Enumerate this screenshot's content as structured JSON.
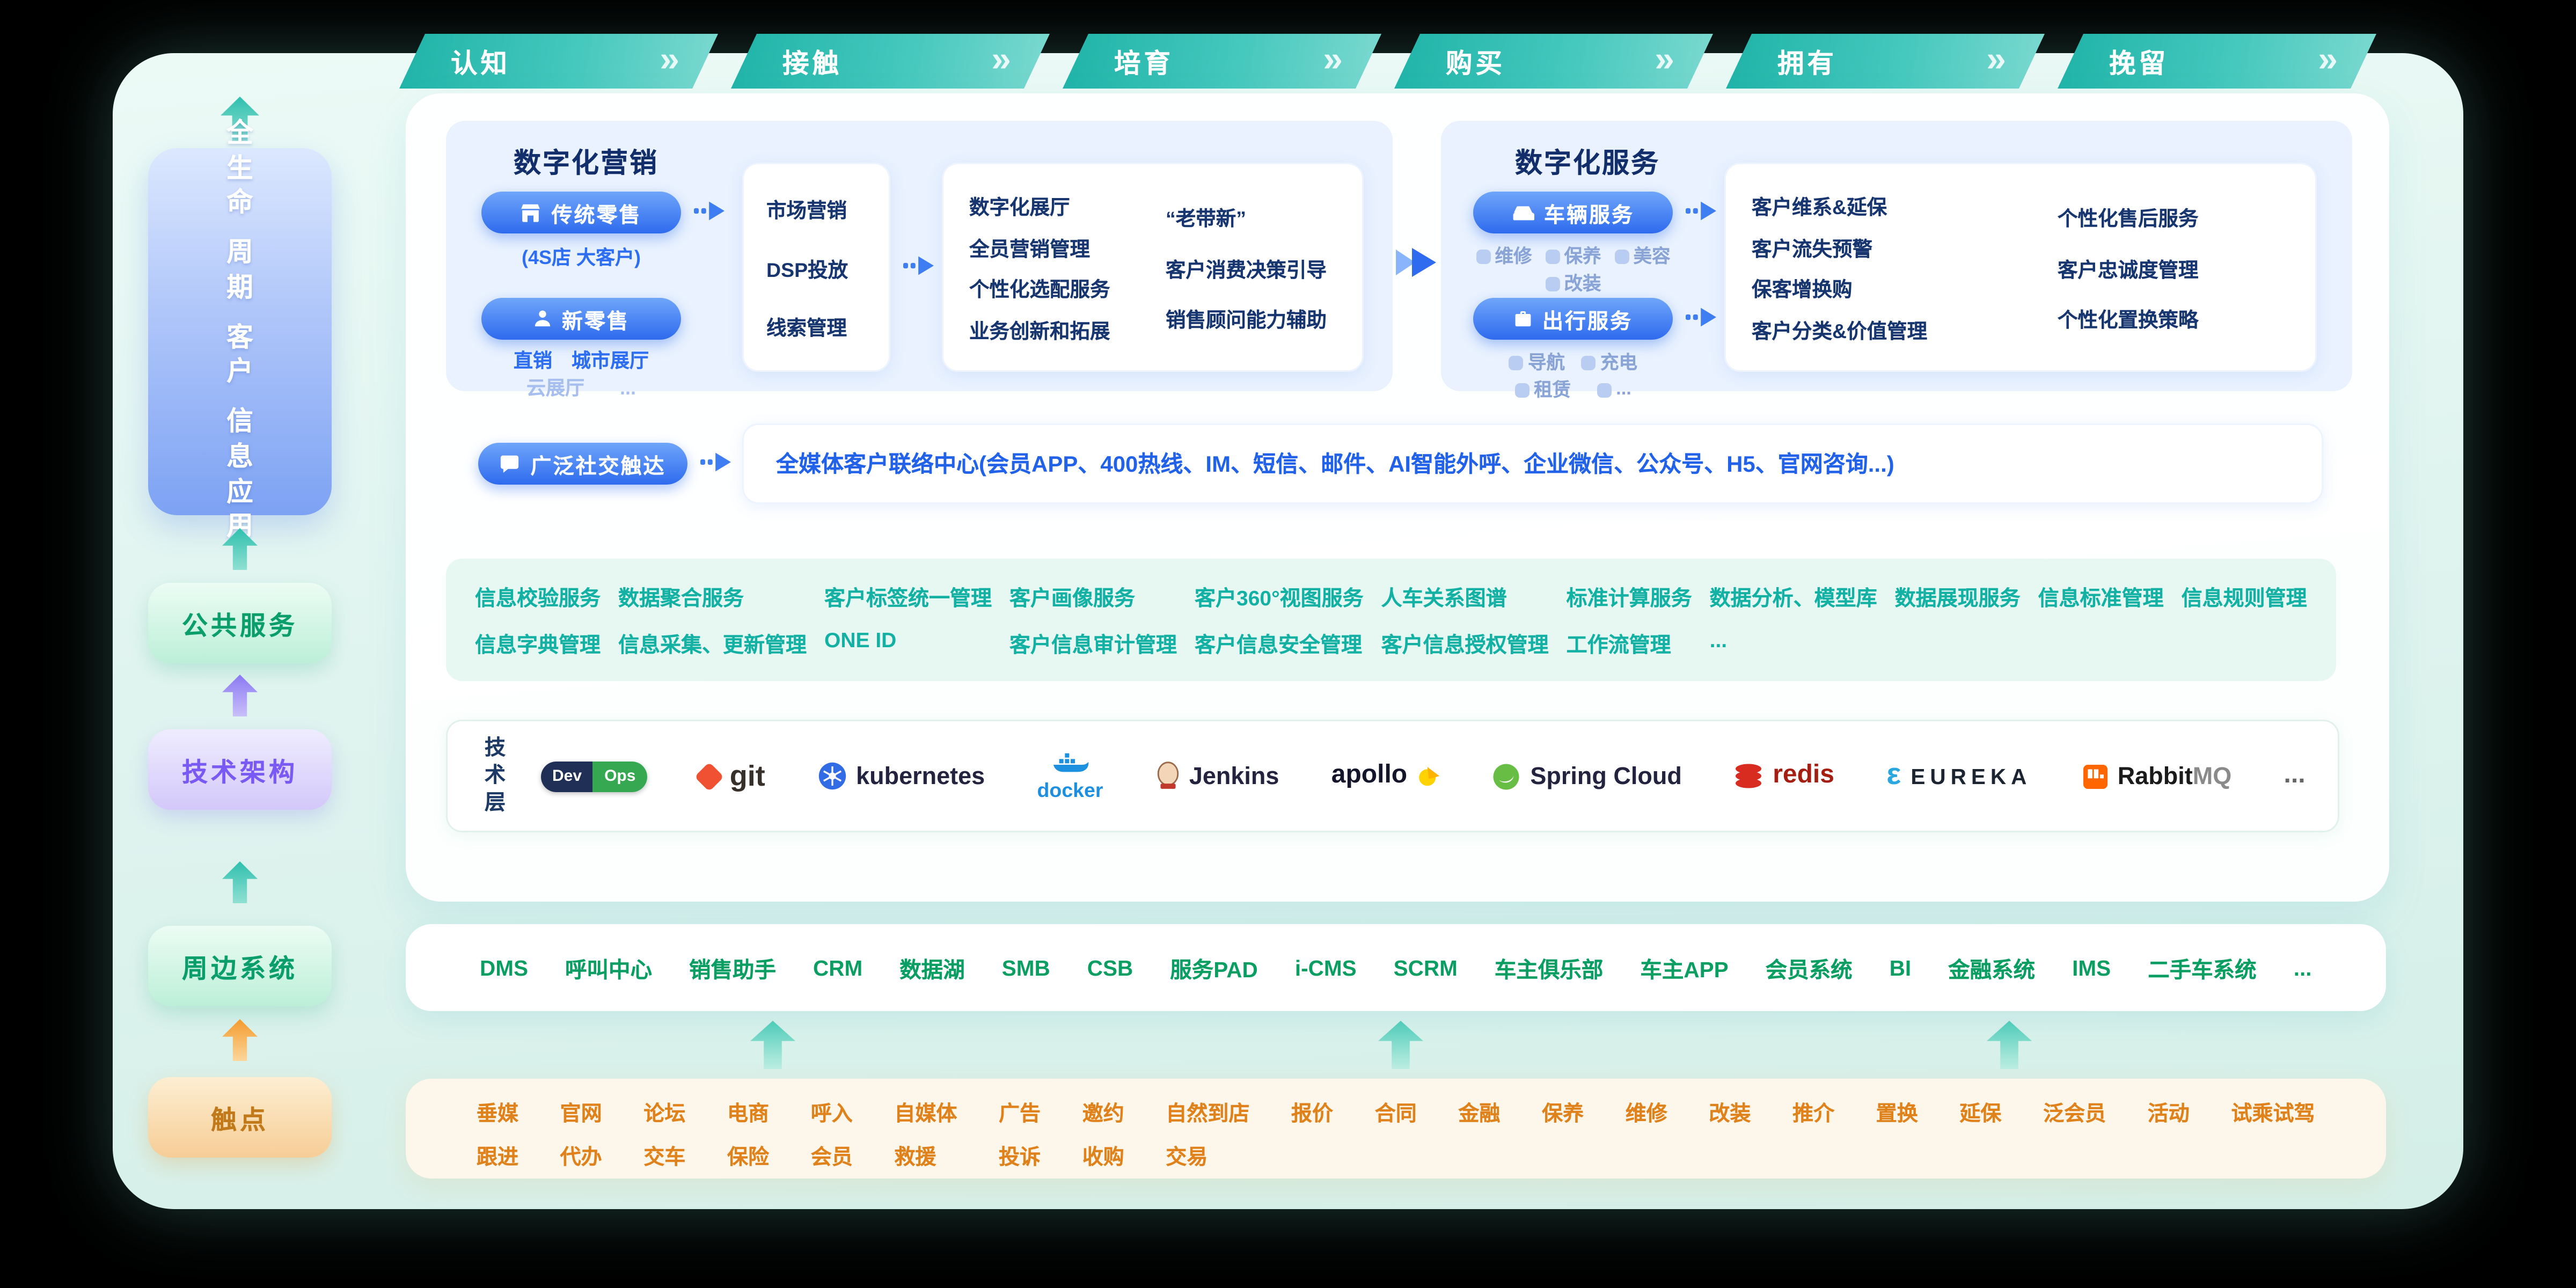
{
  "colors": {
    "teal": "#2fbfb4",
    "blue": "#2e6bee",
    "green": "#0a9e62",
    "orange": "#e0821c",
    "purple": "#7a5af5"
  },
  "lifecycle_stages": [
    "认知",
    "接触",
    "培育",
    "购买",
    "拥有",
    "挽留"
  ],
  "sidebar": {
    "main_label_lines": [
      "全生命",
      "周期",
      "客户",
      "信息应用"
    ],
    "public_services_label": "公共服务",
    "tech_arch_label": "技术架构",
    "peripheral_label": "周边系统",
    "touchpoint_label": "触点"
  },
  "marketing": {
    "title": "数字化营销",
    "traditional_retail": {
      "label": "传统零售",
      "subtitle": "(4S店  大客户)"
    },
    "new_retail": {
      "label": "新零售",
      "tags_row1": [
        "直销",
        "城市展厅"
      ],
      "tags_row2": [
        "云展厅",
        "..."
      ]
    },
    "funnel_items": [
      "市场营销",
      "DSP投放",
      "线索管理"
    ],
    "capability_col1": [
      "数字化展厅",
      "全员营销管理",
      "个性化选配服务",
      "业务创新和拓展"
    ],
    "capability_col2": [
      "“老带新”",
      "客户消费决策引导",
      "销售顾问能力辅助"
    ]
  },
  "services": {
    "title": "数字化服务",
    "vehicle_service": {
      "label": "车辆服务",
      "tags_row1": [
        "维修",
        "保养",
        "美容"
      ],
      "tags_row2": [
        "改装"
      ]
    },
    "travel_service": {
      "label": "出行服务",
      "tags_row1": [
        "导航",
        "充电"
      ],
      "tags_row2": [
        "租赁",
        "..."
      ]
    },
    "capability_col1": [
      "客户维系&延保",
      "客户流失预警",
      "保客增换购",
      "客户分类&价值管理"
    ],
    "capability_col2": [
      "个性化售后服务",
      "客户忠诚度管理",
      "个性化置换策略"
    ]
  },
  "social_reach": {
    "label": "广泛社交触达",
    "description": "全媒体客户联络中心(会员APP、400热线、IM、短信、邮件、AI智能外呼、企业微信、公众号、H5、官网咨询...)"
  },
  "public_service_capabilities": {
    "row1": [
      "信息校验服务",
      "数据聚合服务",
      "客户标签统一管理",
      "客户画像服务",
      "客户360°视图服务",
      "人车关系图谱",
      "标准计算服务",
      "数据分析、模型库",
      "数据展现服务",
      "信息标准管理",
      "信息规则管理"
    ],
    "row2": [
      "信息字典管理",
      "信息采集、更新管理",
      "ONE ID",
      "客户信息审计管理",
      "客户信息安全管理",
      "客户信息授权管理",
      "工作流管理",
      "..."
    ]
  },
  "tech_layer": {
    "label": "技术层",
    "logos": [
      {
        "id": "devops",
        "label_left": "Dev",
        "label_right": "Ops"
      },
      {
        "id": "git",
        "label": "git"
      },
      {
        "id": "kubernetes",
        "label": "kubernetes"
      },
      {
        "id": "docker",
        "label": "docker"
      },
      {
        "id": "jenkins",
        "label": "Jenkins"
      },
      {
        "id": "apollo",
        "label": "apollo"
      },
      {
        "id": "spring-cloud",
        "label": "Spring Cloud"
      },
      {
        "id": "redis",
        "label": "redis"
      },
      {
        "id": "eureka",
        "label": "EUREKA"
      },
      {
        "id": "rabbitmq",
        "label_left": "Rabbit",
        "label_right": "MQ"
      },
      {
        "id": "more",
        "label": "..."
      }
    ]
  },
  "peripheral_systems": [
    "DMS",
    "呼叫中心",
    "销售助手",
    "CRM",
    "数据湖",
    "SMB",
    "CSB",
    "服务PAD",
    "i-CMS",
    "SCRM",
    "车主俱乐部",
    "车主APP",
    "会员系统",
    "BI",
    "金融系统",
    "IMS",
    "二手车系统",
    "..."
  ],
  "touchpoints": {
    "row1": [
      "垂媒",
      "官网",
      "论坛",
      "电商",
      "呼入",
      "自媒体",
      "广告",
      "邀约",
      "自然到店",
      "报价",
      "合同",
      "金融",
      "保养",
      "维修",
      "改装",
      "推介",
      "置换",
      "延保",
      "泛会员",
      "活动",
      "试乘试驾"
    ],
    "row2": [
      "跟进",
      "代办",
      "交车",
      "保险",
      "会员",
      "救援",
      "投诉",
      "收购",
      "交易"
    ]
  }
}
